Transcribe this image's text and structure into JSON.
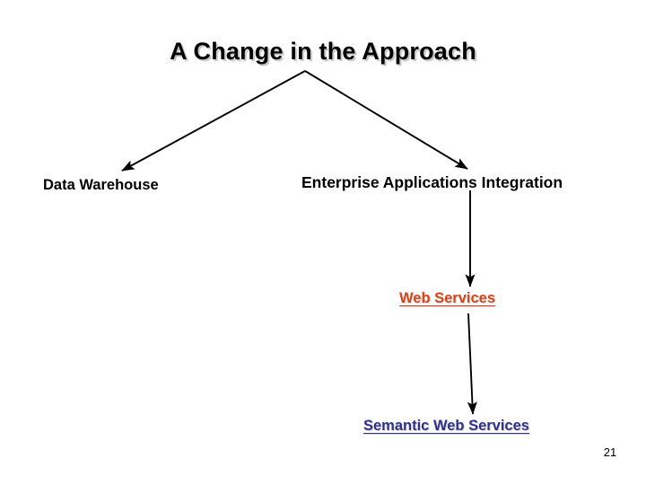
{
  "slide": {
    "title": "A Change in the Approach",
    "page_number": "21",
    "background_color": "#ffffff"
  },
  "nodes": [
    {
      "id": "data-warehouse",
      "label": "Data Warehouse",
      "color": "#000000",
      "underlined": false
    },
    {
      "id": "enterprise-applications-integration",
      "label": "Enterprise Applications Integration",
      "color": "#000000",
      "underlined": false
    },
    {
      "id": "web-services",
      "label": "Web Services",
      "color": "#D8451A",
      "underlined": true
    },
    {
      "id": "semantic-web-services",
      "label": "Semantic Web Services",
      "color": "#30308C",
      "underlined": true
    }
  ],
  "connectors": [
    {
      "id": "apex-to-data-warehouse",
      "from": "apex",
      "to": "data-warehouse",
      "color": "#000000"
    },
    {
      "id": "apex-to-enterprise-applications-integration",
      "from": "apex",
      "to": "enterprise-applications-integration",
      "color": "#000000"
    },
    {
      "id": "enterprise-applications-integration-to-web-services",
      "from": "enterprise-applications-integration",
      "to": "web-services",
      "color": "#000000"
    },
    {
      "id": "web-services-to-semantic-web-services",
      "from": "web-services",
      "to": "semantic-web-services",
      "color": "#000000"
    }
  ]
}
